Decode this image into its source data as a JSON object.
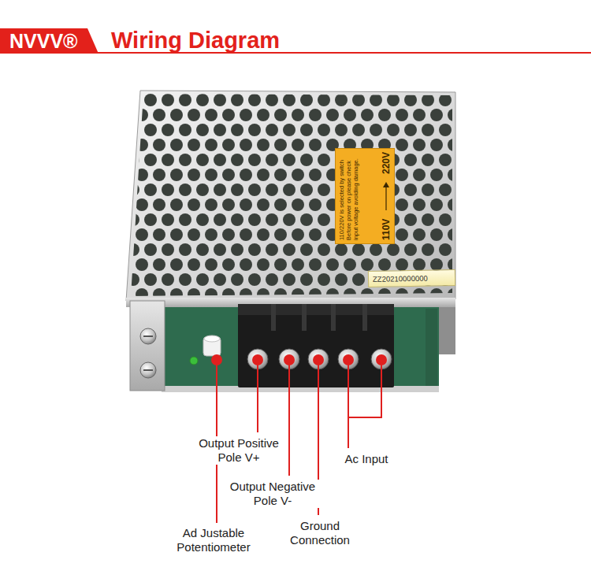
{
  "diagram": {
    "title": "Wiring Diagram",
    "nodes": [
      {
        "text": [
          "NVVV®"
        ]
      },
      {
        "text": [
          "110/220V is selected by switch Before power on please check input voltage avoiding damage.",
          "220V",
          "110V"
        ]
      },
      {
        "text": [
          "ZZ20210000000"
        ]
      }
    ],
    "labels": [
      "Output Positive Pole V+",
      "Output Negative Pole V-",
      "Ground Connection",
      "Ac Input",
      "Ad Justable Potentiometer"
    ]
  }
}
